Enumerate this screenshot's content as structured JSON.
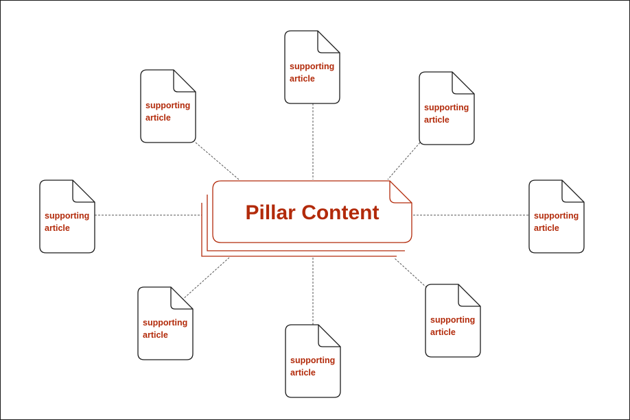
{
  "diagram": {
    "center": {
      "label": "Pillar Content"
    },
    "satellites": [
      {
        "id": "top",
        "line1": "supporting",
        "line2": "article"
      },
      {
        "id": "top-right",
        "line1": "supporting",
        "line2": "article"
      },
      {
        "id": "right",
        "line1": "supporting",
        "line2": "article"
      },
      {
        "id": "bottom-right",
        "line1": "supporting",
        "line2": "article"
      },
      {
        "id": "bottom",
        "line1": "supporting",
        "line2": "article"
      },
      {
        "id": "bottom-left",
        "line1": "supporting",
        "line2": "article"
      },
      {
        "id": "left",
        "line1": "supporting",
        "line2": "article"
      },
      {
        "id": "top-left",
        "line1": "supporting",
        "line2": "article"
      }
    ]
  },
  "colors": {
    "accent": "#b22a0a",
    "stroke": "#1a1a1a",
    "connector": "#555555",
    "background": "#ffffff"
  }
}
